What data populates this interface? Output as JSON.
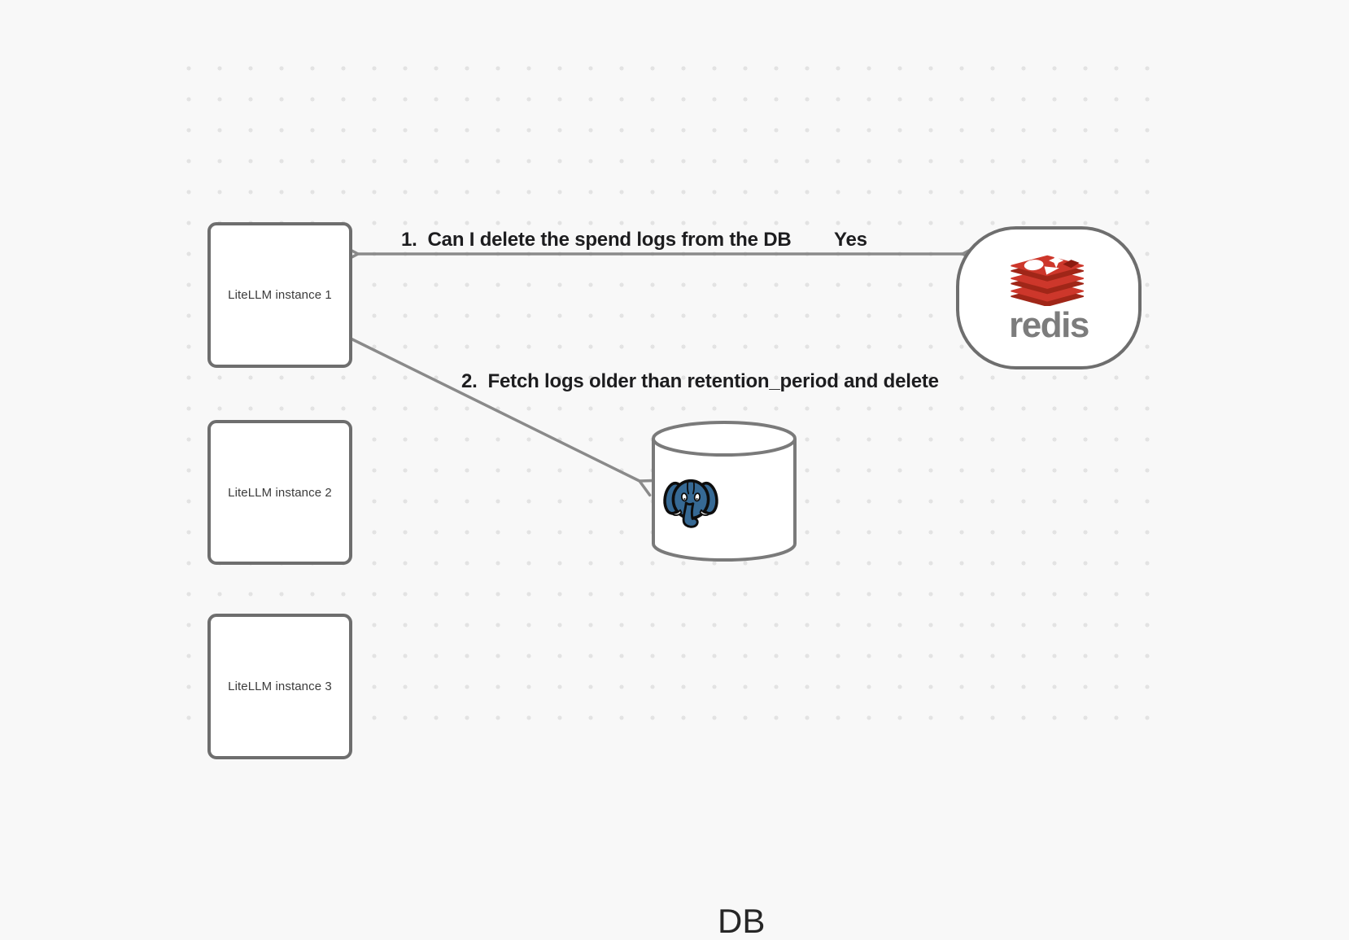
{
  "canvas": {
    "background": "#f8f8f8",
    "dot_color": "#e3e3e3"
  },
  "instances": [
    {
      "label": "LiteLLM instance 1"
    },
    {
      "label": "LiteLLM instance 2"
    },
    {
      "label": "LiteLLM instance 3"
    }
  ],
  "redis": {
    "wordmark": "redis",
    "icon": "redis-stacked-layers-logo"
  },
  "database": {
    "label": "DB",
    "icon": "postgresql-elephant-logo",
    "shape": "cylinder"
  },
  "arrows": {
    "step1": {
      "label": "1.  Can I delete the spend logs from the DB",
      "reply": "Yes",
      "style": "double-headed"
    },
    "step2": {
      "label": "2.  Fetch logs older than retention_period and delete",
      "style": "double-headed"
    }
  },
  "colors": {
    "shape_border": "#6e6e6e",
    "arrow": "#8a8a8a",
    "label_text": "#1d1d1f",
    "node_text": "#3b3b3b",
    "redis_red": "#cd372b",
    "redis_red_dark": "#a02618",
    "redis_notch_dark": "#8c1b10",
    "redis_wordmark_gray": "#7c7c7c",
    "postgres_blue": "#366994",
    "db_text": "#262626"
  }
}
